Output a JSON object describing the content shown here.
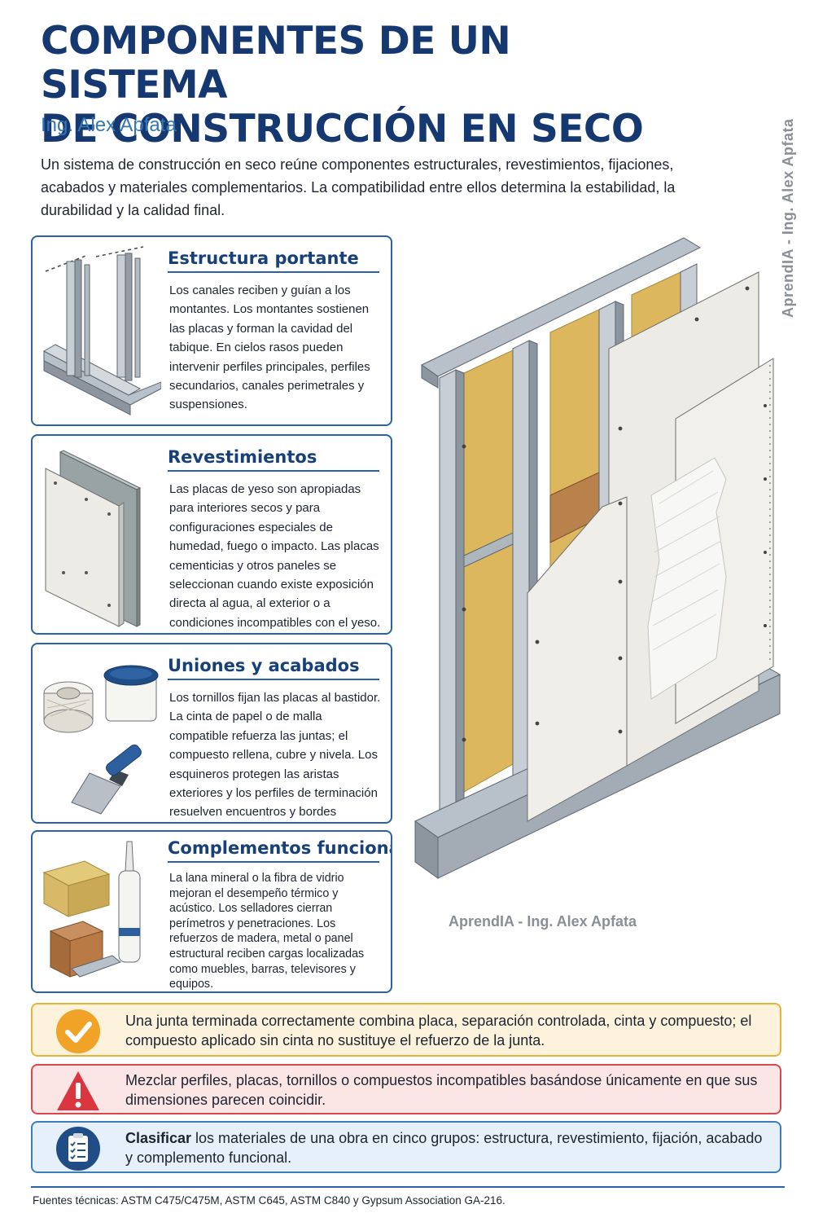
{
  "header": {
    "title_line1": "COMPONENTES DE UN SISTEMA",
    "title_line2": "DE CONSTRUCCIÓN EN SECO",
    "author": "Ing. Alex Apfata",
    "intro": "Un sistema de construcción en seco reúne componentes estructurales, revestimientos, fijaciones, acabados y materiales complementarios. La compatibilidad entre ellos determina la estabilidad, la durabilidad y la calidad final."
  },
  "watermarks": {
    "side": "AprendIA - Ing. Alex Apfata",
    "image": "AprendIA - Ing. Alex Apfata"
  },
  "cards": [
    {
      "title": "Estructura portante",
      "text": "Los canales reciben y guían a los montantes. Los montantes sostienen las placas y forman la cavidad del tabique. En cielos rasos pueden intervenir perfiles principales, perfiles secundarios, canales perimetrales y suspensiones.",
      "icon": "metal-frame-icon"
    },
    {
      "title": "Revestimientos",
      "text": "Las placas de yeso son apropiadas para interiores secos y para configuraciones especiales de humedad, fuego o impacto. Las placas cementicias y otros paneles se seleccionan cuando existe exposición directa al agua, al exterior o a condiciones incompatibles con el yeso.",
      "icon": "boards-icon"
    },
    {
      "title": "Uniones y acabados",
      "text": "Los tornillos fijan las placas al bastidor. La cinta de papel o de malla compatible refuerza las juntas; el compuesto rellena, cubre y nivela. Los esquineros protegen las aristas exteriores y los perfiles de terminación resuelven encuentros y bordes expuestos.",
      "icon": "finishing-tools-icon"
    },
    {
      "title": "Complementos funcionales",
      "text": "La lana mineral o la fibra de vidrio mejoran el desempeño térmico y acústico. Los selladores cierran perímetros y penetraciones. Los refuerzos de madera, metal o panel estructural reciben cargas localizadas como muebles, barras, televisores y equipos.",
      "icon": "insulation-sealant-icon"
    }
  ],
  "callouts": {
    "ok": "Una junta terminada correctamente combina placa, separación controlada, cinta y compuesto; el compuesto aplicado sin cinta no sustituye el refuerzo de la junta.",
    "warning": "Mezclar perfiles, placas, tornillos o compuestos incompatibles basándose únicamente en que sus dimensiones parecen coincidir.",
    "task_bold": "Clasificar",
    "task_rest": " los materiales de una obra en cinco grupos: estructura, revestimiento, fijación, acabado y complemento funcional."
  },
  "footer": {
    "sources": "Fuentes técnicas: ASTM C475/C475M, ASTM C645, ASTM C840 y Gypsum Association GA-216."
  },
  "colors": {
    "title": "#14386f",
    "accent_blue": "#2b62a6",
    "ok_border": "#e9b33a",
    "warn_border": "#d9474f",
    "task_border": "#3c7cc0"
  }
}
